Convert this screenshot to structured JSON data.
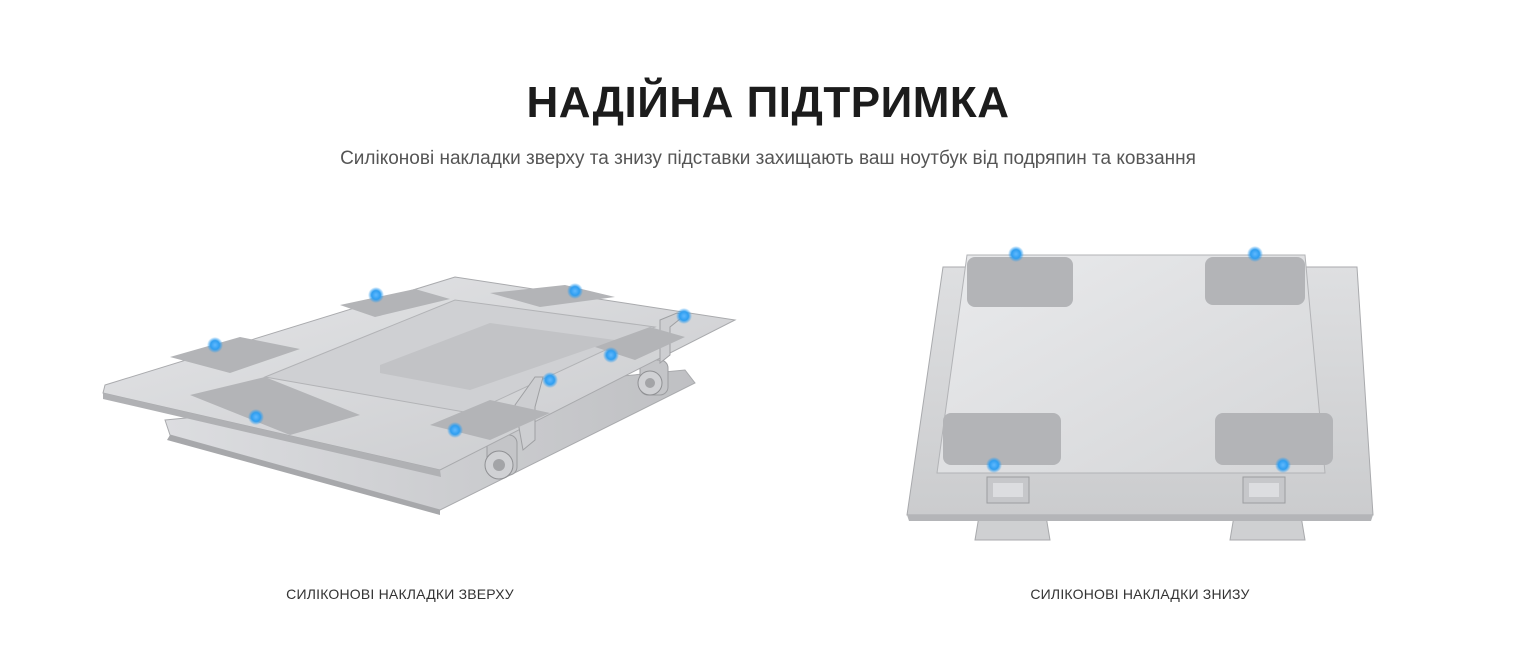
{
  "header": {
    "title": "НАДІЙНА ПІДТРИМКА",
    "subtitle": "Силіконові накладки зверху та знизу підставки захищають ваш ноутбук від подряпин та ковзання"
  },
  "figures": [
    {
      "caption": "СИЛІКОНОВІ НАКЛАДКИ ЗВЕРХУ"
    },
    {
      "caption": "СИЛІКОНОВІ НАКЛАДКИ ЗНИЗУ"
    }
  ],
  "colors": {
    "aluminum": "#d8d9db",
    "aluminum_dark": "#b9babd",
    "pad": "#b3b4b7",
    "marker": "#2f9ef0"
  }
}
